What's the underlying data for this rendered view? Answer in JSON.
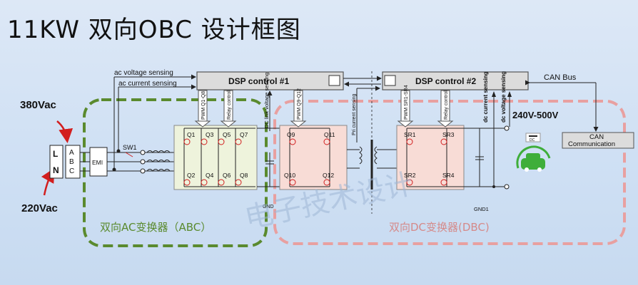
{
  "title": "11KW 双向OBC 设计框图",
  "dsp1_label": "DSP control #1",
  "dsp2_label": "DSP control #2",
  "can_bus": "CAN Bus",
  "can_comm_line1": "CAN",
  "can_comm_line2": "Communication",
  "input_380": "380Vac",
  "input_220": "220Vac",
  "ln_l": "L",
  "ln_n": "N",
  "abc_a": "A",
  "abc_b": "B",
  "abc_c": "C",
  "emi": "EMI",
  "sw1": "SW1",
  "ac_voltage_sensing": "ac voltage sensing",
  "ac_current_sensing": "ac current sensing",
  "pwm_q1_q8": "PWM Q1-Q8",
  "relay_control_1": "Relay control",
  "dc_link_voltage_sensing": "DC link voltage sensing",
  "pwm_q9_q12": "PWM Q9-Q12",
  "pri_current_sensing": "Pri current sensing",
  "pwm_sr1_sr4": "PWM SR1-SR4",
  "relay_control_2": "Relay control",
  "dc_current_sensing": "dc current sensing",
  "dc_voltage_sensing": "dc voltage sensing",
  "output_voltage": "240V-500V",
  "gnd1": "GND1",
  "gnd": "GND",
  "ac_converter_label": "双向AC变换器（ABC）",
  "dc_converter_label": "双向DC变换器(DBC)",
  "dc_badge": "DC",
  "watermark": "电子技术设计",
  "switches_abc": [
    "Q1",
    "Q3",
    "Q5",
    "Q7",
    "Q2",
    "Q4",
    "Q6",
    "Q8"
  ],
  "switches_dc_pri": [
    "Q9",
    "Q11",
    "Q10",
    "Q12"
  ],
  "switches_dc_sec": [
    "SR1",
    "SR3",
    "SR2",
    "SR4"
  ],
  "colors": {
    "ac_dashed": "#5a8a2e",
    "dc_dashed": "#e8a0a0",
    "ac_label": "#5a8a2e",
    "dc_label": "#d58a8a",
    "abc_block": "#eef3dc",
    "dc_block": "#f8dcd6",
    "dsp_fill": "#dcdcdc",
    "arrow_red": "#d21e1e",
    "ev_green": "#3fae3a"
  }
}
